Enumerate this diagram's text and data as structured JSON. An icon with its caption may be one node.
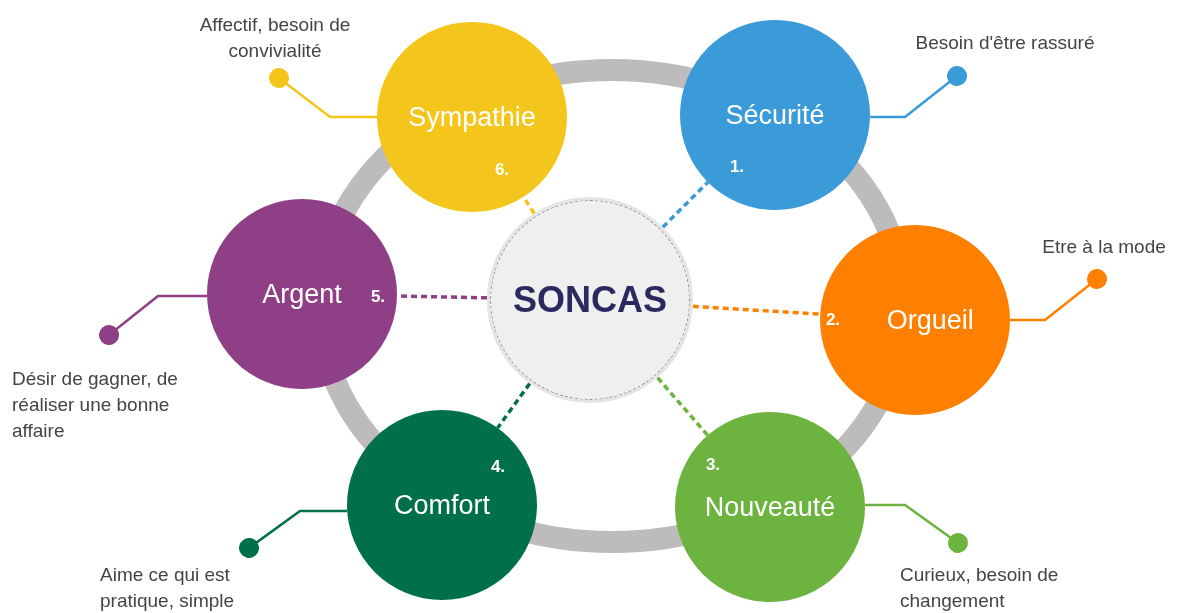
{
  "diagram": {
    "nodes": [
      {
        "text": [
          "SONCAS"
        ]
      },
      {
        "text": [
          "Sécurité",
          "1."
        ]
      },
      {
        "text": [
          "2.",
          "Orgueil"
        ]
      },
      {
        "text": [
          "3.",
          "Nouveauté"
        ]
      },
      {
        "text": [
          "4.",
          "Comfort"
        ]
      },
      {
        "text": [
          "Argent",
          "5."
        ]
      },
      {
        "text": [
          "Sympathie",
          "6."
        ]
      },
      {
        "text": [
          "Besoin d'être rassuré"
        ]
      },
      {
        "text": [
          "Etre à la mode"
        ]
      },
      {
        "text": [
          "Curieux, besoin de changement"
        ]
      },
      {
        "text": [
          "Aime ce qui est pratique, simple"
        ]
      },
      {
        "text": [
          "Désir de gagner, de réaliser une bonne affaire"
        ]
      },
      {
        "text": [
          "Affectif, besoin de convivialité"
        ]
      }
    ],
    "edges": [
      {
        "from": 0,
        "to": 1,
        "arrow": "none",
        "style": "dashed",
        "color": "#3b9ad8"
      },
      {
        "from": 0,
        "to": 2,
        "arrow": "none",
        "style": "dashed",
        "color": "#ff8000"
      },
      {
        "from": 0,
        "to": 3,
        "arrow": "none",
        "style": "dashed",
        "color": "#6db33f"
      },
      {
        "from": 0,
        "to": 4,
        "arrow": "none",
        "style": "dashed",
        "color": "#00704a"
      },
      {
        "from": 0,
        "to": 5,
        "arrow": "none",
        "style": "dashed",
        "color": "#8e3f86"
      },
      {
        "from": 0,
        "to": 6,
        "arrow": "none",
        "style": "dashed",
        "color": "#f4c51a"
      },
      {
        "from": 7,
        "to": 1,
        "arrow": "other",
        "color": "#3b9ad8"
      },
      {
        "from": 8,
        "to": 2,
        "arrow": "other",
        "color": "#ff8000"
      },
      {
        "from": 9,
        "to": 3,
        "arrow": "other",
        "color": "#6db33f"
      },
      {
        "from": 10,
        "to": 4,
        "arrow": "other",
        "color": "#00704a"
      },
      {
        "from": 11,
        "to": 5,
        "arrow": "other",
        "color": "#8e3f86"
      },
      {
        "from": 12,
        "to": 6,
        "arrow": "other",
        "color": "#f4c51a"
      }
    ]
  }
}
